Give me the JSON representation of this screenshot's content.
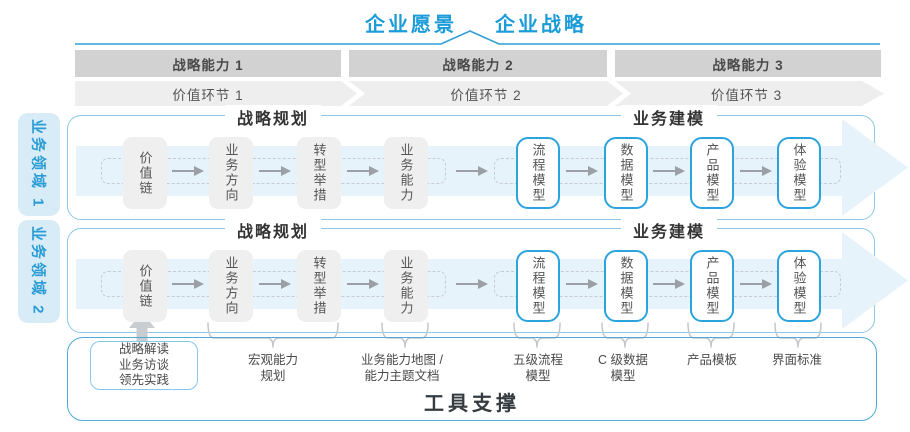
{
  "title": {
    "vision": "企业愿景",
    "strategy": "企业战略"
  },
  "capability_band": {
    "items": [
      "战略能力 1",
      "战略能力 2",
      "战略能力 3"
    ]
  },
  "value_band": {
    "items": [
      "价值环节 1",
      "价值环节 2",
      "价值环节 3"
    ]
  },
  "domains": {
    "items": [
      "业务领域 1",
      "业务领域 2"
    ]
  },
  "row": {
    "planning_header": "战略规划",
    "modeling_header": "业务建模",
    "planning_boxes": [
      "价值链",
      "业务方向",
      "转型举措",
      "业务能力"
    ],
    "modeling_boxes": [
      "流程模型",
      "数据模型",
      "产品模型",
      "体验模型"
    ]
  },
  "tools": {
    "title": "工具支撑",
    "callout_lines": [
      "战略解读",
      "业务访谈",
      "领先实践"
    ],
    "labels": [
      {
        "line1": "宏观能力",
        "line2": "规划"
      },
      {
        "line1": "业务能力地图 /",
        "line2": "能力主题文档"
      },
      {
        "line1": "五级流程",
        "line2": "模型"
      },
      {
        "line1": "C 级数据",
        "line2": "模型"
      },
      {
        "line1": "产品模板",
        "line2": ""
      },
      {
        "line1": "界面标准",
        "line2": ""
      }
    ]
  },
  "colors": {
    "accent_blue": "#1b9cd8",
    "row_border_blue": "#8cc8e8",
    "container_border_blue": "#4fa9da",
    "node_border_blue": "#2ba3dc",
    "domain_label_bg": "#d8ecf8",
    "band_dark_gray": "#d2d2d2",
    "band_light_gray": "#eeeeee",
    "flow_band_blue": "#e7f3fa",
    "node_gray": "#efefef",
    "text_dark": "#4a4a4a"
  }
}
